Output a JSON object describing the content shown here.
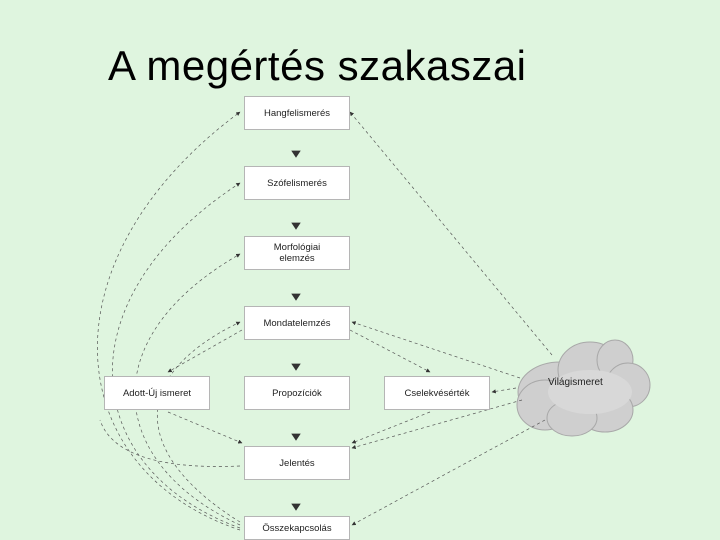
{
  "title": "A megértés szakaszai",
  "boxes": {
    "hangfelismeres": "Hangfelismerés",
    "szofelismeres": "Szófelismerés",
    "morfologiai": "Morfológiai elemzés",
    "mondatelemzes": "Mondatelemzés",
    "adott_uj": "Adott-Új ismeret",
    "propoziciok": "Propozíciók",
    "cselekvesertek": "Cselekvésérték",
    "jelentes": "Jelentés",
    "osszekapcsolas": "Összekapcsolás"
  },
  "cloud": {
    "label": "Világismeret"
  },
  "colors": {
    "background": "#dff5df",
    "box_border": "#b5b5b5",
    "arrow": "#333333"
  }
}
